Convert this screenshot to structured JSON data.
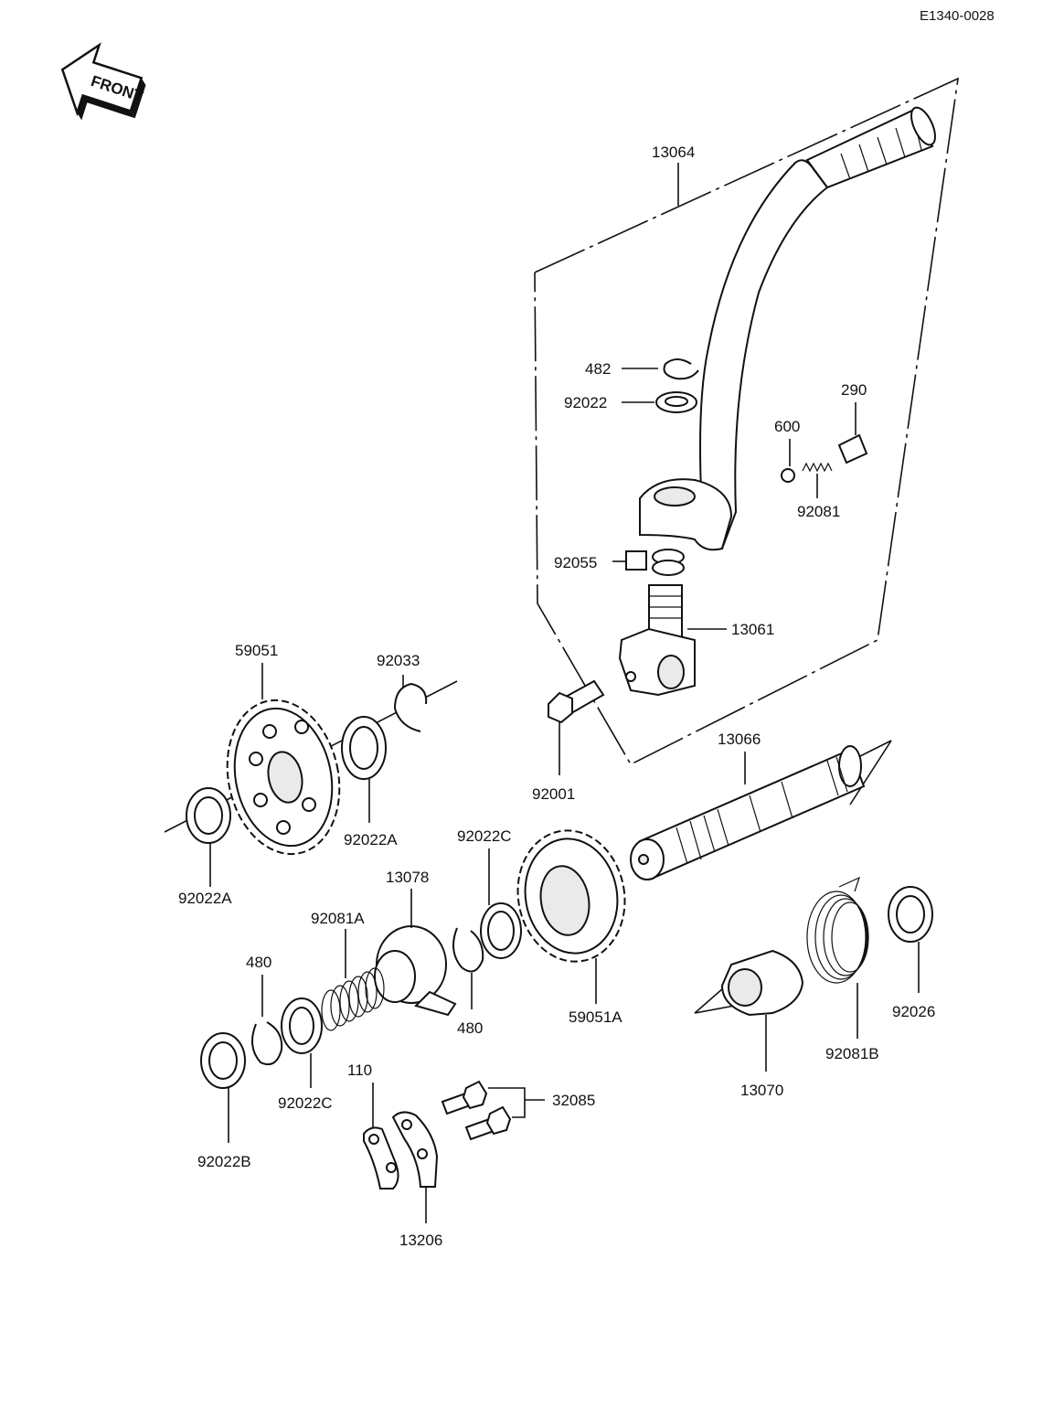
{
  "diagram": {
    "reference_code": "E1340-0028",
    "front_label": "FRONT",
    "parts": [
      {
        "id": "p13064",
        "number": "13064"
      },
      {
        "id": "p482",
        "number": "482"
      },
      {
        "id": "p92022",
        "number": "92022"
      },
      {
        "id": "p290",
        "number": "290"
      },
      {
        "id": "p600",
        "number": "600"
      },
      {
        "id": "p92081",
        "number": "92081"
      },
      {
        "id": "p92055",
        "number": "92055"
      },
      {
        "id": "p13061",
        "number": "13061"
      },
      {
        "id": "p59051",
        "number": "59051"
      },
      {
        "id": "p92033",
        "number": "92033"
      },
      {
        "id": "p92001",
        "number": "92001"
      },
      {
        "id": "p13066",
        "number": "13066"
      },
      {
        "id": "p92022A_right",
        "number": "92022A"
      },
      {
        "id": "p92022A_left",
        "number": "92022A"
      },
      {
        "id": "p92022C_top",
        "number": "92022C"
      },
      {
        "id": "p13078",
        "number": "13078"
      },
      {
        "id": "p92081A",
        "number": "92081A"
      },
      {
        "id": "p480_left",
        "number": "480"
      },
      {
        "id": "p480_right",
        "number": "480"
      },
      {
        "id": "p59051A",
        "number": "59051A"
      },
      {
        "id": "p92026",
        "number": "92026"
      },
      {
        "id": "p92081B",
        "number": "92081B"
      },
      {
        "id": "p13070",
        "number": "13070"
      },
      {
        "id": "p92022C_bottom",
        "number": "92022C"
      },
      {
        "id": "p92022B",
        "number": "92022B"
      },
      {
        "id": "p32085",
        "number": "32085"
      },
      {
        "id": "p110",
        "number": "110"
      },
      {
        "id": "p13206",
        "number": "13206"
      }
    ]
  }
}
